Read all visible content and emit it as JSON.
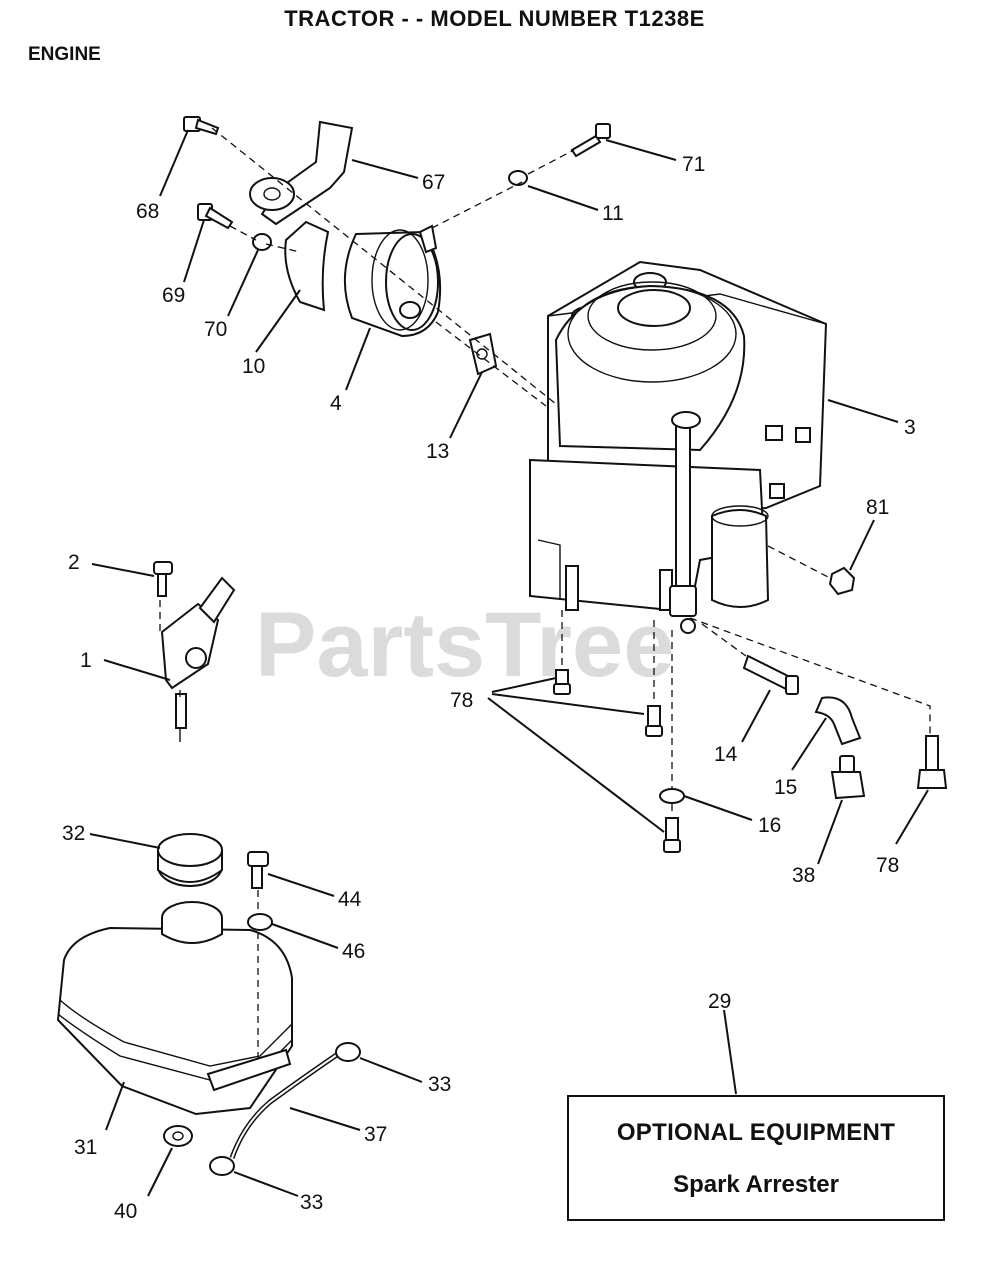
{
  "header": {
    "title": "TRACTOR - - MODEL NUMBER T1238E",
    "section": "ENGINE"
  },
  "watermark": "PartsTree",
  "callouts": {
    "p67": "67",
    "p68": "68",
    "p71": "71",
    "p11": "11",
    "p69": "69",
    "p70": "70",
    "p10": "10",
    "p4": "4",
    "p13": "13",
    "p3": "3",
    "p81": "81",
    "p2": "2",
    "p1": "1",
    "p78a": "78",
    "p14": "14",
    "p15": "15",
    "p16": "16",
    "p38": "38",
    "p78b": "78",
    "p32": "32",
    "p44": "44",
    "p46": "46",
    "p29": "29",
    "p33a": "33",
    "p37": "37",
    "p31": "31",
    "p40": "40",
    "p33b": "33"
  },
  "optional_box": {
    "title": "OPTIONAL EQUIPMENT",
    "item": "Spark Arrester"
  }
}
